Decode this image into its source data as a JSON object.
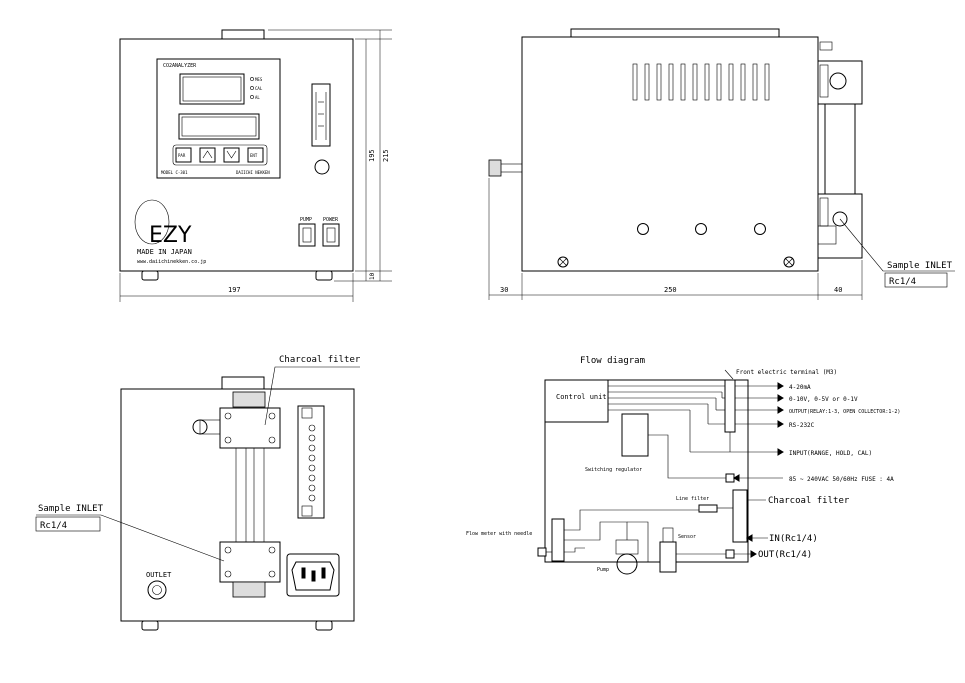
{
  "front_view": {
    "panel_title": "CO2ANALYZER",
    "indicators": [
      "MES",
      "CAL",
      "AL"
    ],
    "key_labels": [
      "PAR",
      "ENT"
    ],
    "model": "MODEL C-301",
    "maker": "DAIICHI NEKKEN",
    "brand": "EZY",
    "made_in": "MADE IN JAPAN",
    "website": "www.daiichinekken.co.jp",
    "switch_pump": "PUMP",
    "switch_power": "POWER",
    "dim_width": "197",
    "dim_body_height": "195",
    "dim_total_height": "215",
    "dim_foot": "10"
  },
  "side_view": {
    "dim_knob": "30",
    "dim_body": "250",
    "dim_fitting": "40",
    "callout_title": "Sample INLET",
    "callout_value": "Rc1/4"
  },
  "rear_view": {
    "charcoal_label": "Charcoal filter",
    "callout_title": "Sample INLET",
    "callout_value": "Rc1/4",
    "outlet_label": "OUTLET"
  },
  "flow_diagram": {
    "title": "Flow diagram",
    "control_unit": "Control unit",
    "switching_regulator": "Switching regulator",
    "front_terminal": "Front electric terminal (M3)",
    "signals": [
      "4-20mA",
      "0-10V, 0-5V or 0-1V",
      "OUTPUT(RELAY:1-3, OPEN COLLECTOR:1-2)",
      "RS-232C",
      "INPUT(RANGE, HOLD, CAL)",
      "85 ~ 240VAC 50/60Hz FUSE : 4A"
    ],
    "line_filter": "Line filter",
    "charcoal_filter": "Charcoal filter",
    "flow_meter": "Flow meter with needle",
    "sensor": "Sensor",
    "pump": "Pump",
    "inlet": "IN(Rc1/4)",
    "outlet": "OUT(Rc1/4)"
  }
}
